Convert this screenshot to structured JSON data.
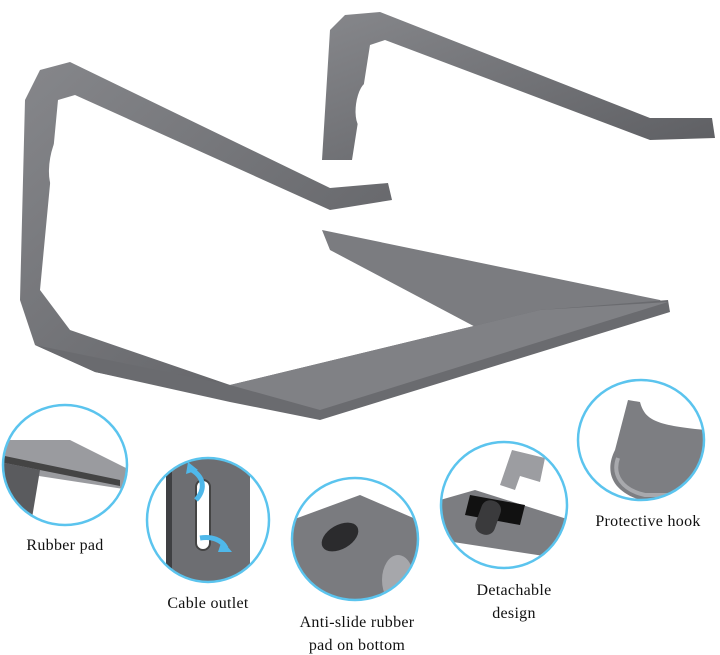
{
  "colors": {
    "accent_ring": "#5bc4ee",
    "metal": "#6e6f73",
    "metal_dark": "#4a4b4e",
    "arrow": "#4fb8ea"
  },
  "features": [
    {
      "icon": "rubber-pad-detail",
      "label": "Rubber pad"
    },
    {
      "icon": "cable-outlet-detail",
      "label": "Cable outlet"
    },
    {
      "icon": "anti-slide-pad-detail",
      "label_line1": "Anti-slide rubber",
      "label_line2": "pad on bottom"
    },
    {
      "icon": "detachable-detail",
      "label_line1": "Detachable",
      "label_line2": "design"
    },
    {
      "icon": "protective-hook-detail",
      "label": "Protective hook"
    }
  ]
}
